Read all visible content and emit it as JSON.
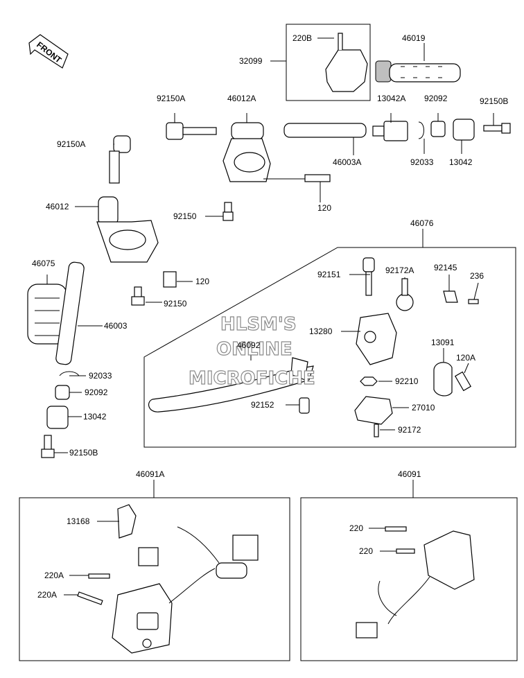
{
  "front_label": "FRONT",
  "watermark": [
    "HLSM'S",
    "ONLINE",
    "MICROFICHE"
  ],
  "labels": {
    "l220B": "220B",
    "l32099": "32099",
    "l46019": "46019",
    "l92150A_top": "92150A",
    "l46012A": "46012A",
    "l13042A": "13042A",
    "l92092_top": "92092",
    "l92150B_top": "92150B",
    "l92150A_left": "92150A",
    "l46003A": "46003A",
    "l92033_top": "92033",
    "l13042_top": "13042",
    "l46012": "46012",
    "l120_top": "120",
    "l92150_top": "92150",
    "l46076": "46076",
    "l46075": "46075",
    "l120_mid": "120",
    "l92150_mid": "92150",
    "l46003": "46003",
    "l92151": "92151",
    "l92172A": "92172A",
    "l92145": "92145",
    "l236": "236",
    "l13280": "13280",
    "l46092": "46092",
    "l13091": "13091",
    "l120A": "120A",
    "l92210": "92210",
    "l92152": "92152",
    "l27010": "27010",
    "l92172": "92172",
    "l92033_left": "92033",
    "l92092_left": "92092",
    "l13042_left": "13042",
    "l92150B_left": "92150B",
    "l46091A": "46091A",
    "l46091": "46091",
    "l13168": "13168",
    "l220A_1": "220A",
    "l220A_2": "220A",
    "l220_1": "220",
    "l220_2": "220"
  }
}
